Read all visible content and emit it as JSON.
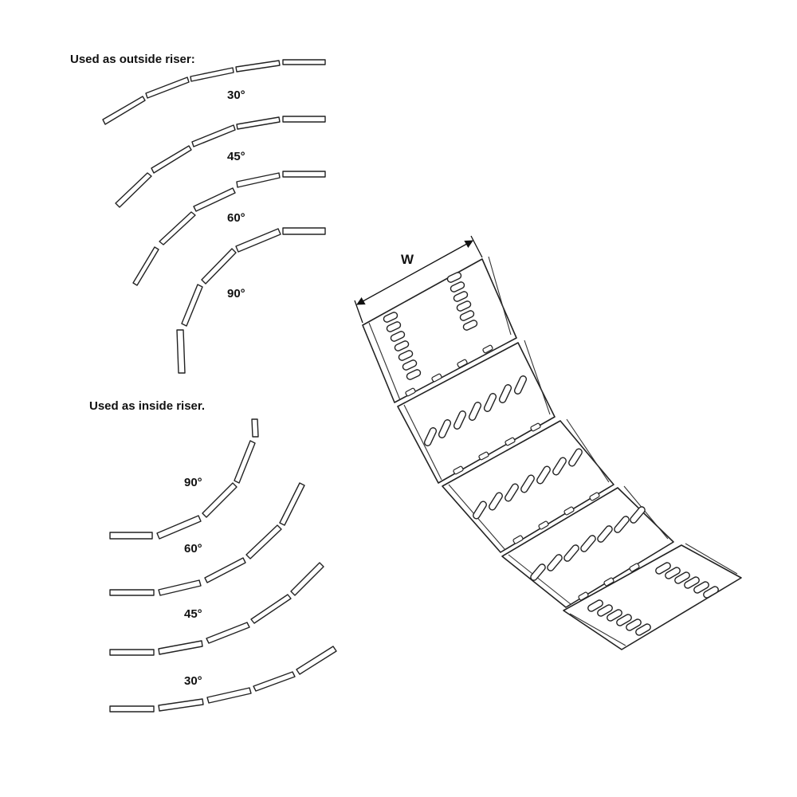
{
  "outside_riser": {
    "heading": "Used as outside riser:",
    "angles": [
      "30°",
      "45°",
      "60°",
      "90°"
    ]
  },
  "inside_riser": {
    "heading": "Used as inside riser.",
    "angles": [
      "90°",
      "60°",
      "45°",
      "30°"
    ]
  },
  "dimension": {
    "width_label": "W"
  },
  "colors": {
    "line": "#222222",
    "background": "#ffffff"
  }
}
